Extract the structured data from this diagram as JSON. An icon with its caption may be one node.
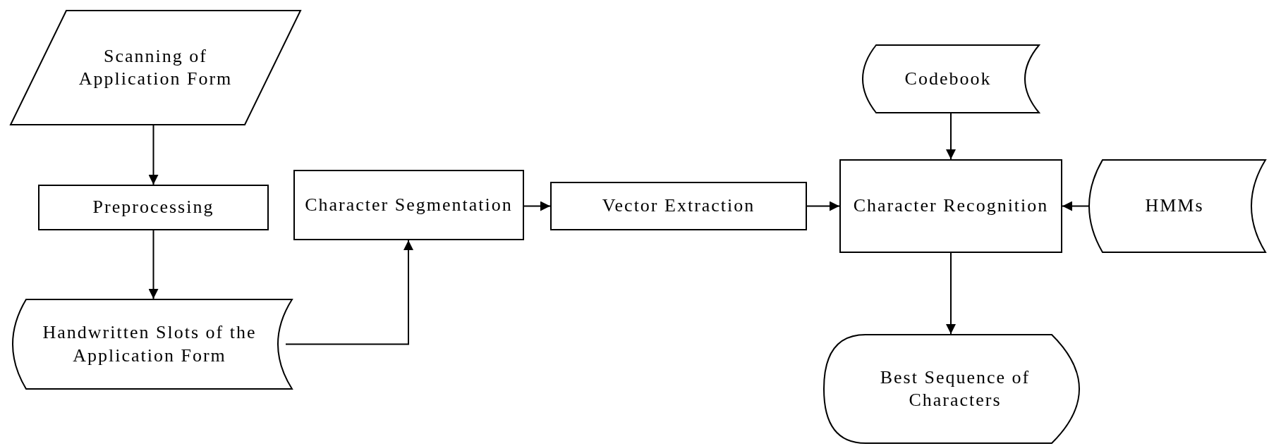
{
  "diagram": {
    "nodes": [
      {
        "text": [
          "Scanning of Application Form"
        ]
      },
      {
        "text": [
          "Preprocessing"
        ]
      },
      {
        "text": [
          "Handwritten Slots of the Application Form"
        ]
      },
      {
        "text": [
          "Character Segmentation"
        ]
      },
      {
        "text": [
          "Vector Extraction"
        ]
      },
      {
        "text": [
          "Codebook"
        ]
      },
      {
        "text": [
          "Character Recognition"
        ]
      },
      {
        "text": [
          "HMMs"
        ]
      },
      {
        "text": [
          "Best Sequence of Characters"
        ]
      }
    ],
    "edges": [
      {
        "from": 0,
        "to": 1,
        "arrow": "to"
      },
      {
        "from": 1,
        "to": 2,
        "arrow": "to"
      },
      {
        "from": 2,
        "to": 3,
        "arrow": "to"
      },
      {
        "from": 3,
        "to": 4,
        "arrow": "to"
      },
      {
        "from": 4,
        "to": 6,
        "arrow": "to"
      },
      {
        "from": 5,
        "to": 6,
        "arrow": "to"
      },
      {
        "from": 7,
        "to": 6,
        "arrow": "to"
      },
      {
        "from": 6,
        "to": 8,
        "arrow": "to"
      }
    ]
  }
}
